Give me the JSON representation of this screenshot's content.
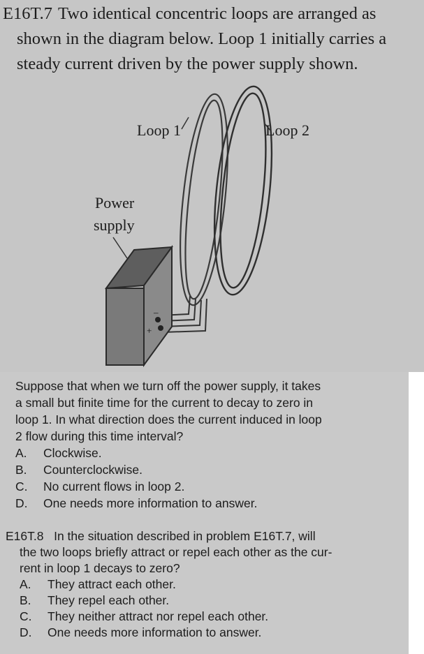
{
  "problem_1": {
    "number": "E16T.7",
    "intro_lines": [
      "Two identical concentric loops are arranged as",
      "shown in the diagram below. Loop 1 initially carries a",
      "steady current driven by the power supply shown."
    ],
    "diagram": {
      "loop1_label": "Loop 1",
      "loop2_label": "Loop 2",
      "power_label_line1": "Power",
      "power_label_line2": "supply"
    },
    "question_lines": [
      "Suppose that when we turn off the power supply, it takes",
      "a small but finite time for the current to decay to zero in",
      "loop 1. In what direction does the current induced in loop",
      "2 flow during this time interval?"
    ],
    "choices": [
      {
        "letter": "A.",
        "text": "Clockwise."
      },
      {
        "letter": "B.",
        "text": "Counterclockwise."
      },
      {
        "letter": "C.",
        "text": "No current flows in loop 2."
      },
      {
        "letter": "D.",
        "text": "One needs more information to answer."
      }
    ]
  },
  "problem_2": {
    "number": "E16T.8",
    "question_lines": [
      "In the situation described in problem E16T.7, will",
      "the two loops briefly attract or repel each other as the cur-",
      "rent in loop 1 decays to zero?"
    ],
    "choices": [
      {
        "letter": "A.",
        "text": "They attract each other."
      },
      {
        "letter": "B.",
        "text": "They repel each other."
      },
      {
        "letter": "C.",
        "text": "They neither attract nor repel each other."
      },
      {
        "letter": "D.",
        "text": "One needs more information to answer."
      }
    ]
  }
}
